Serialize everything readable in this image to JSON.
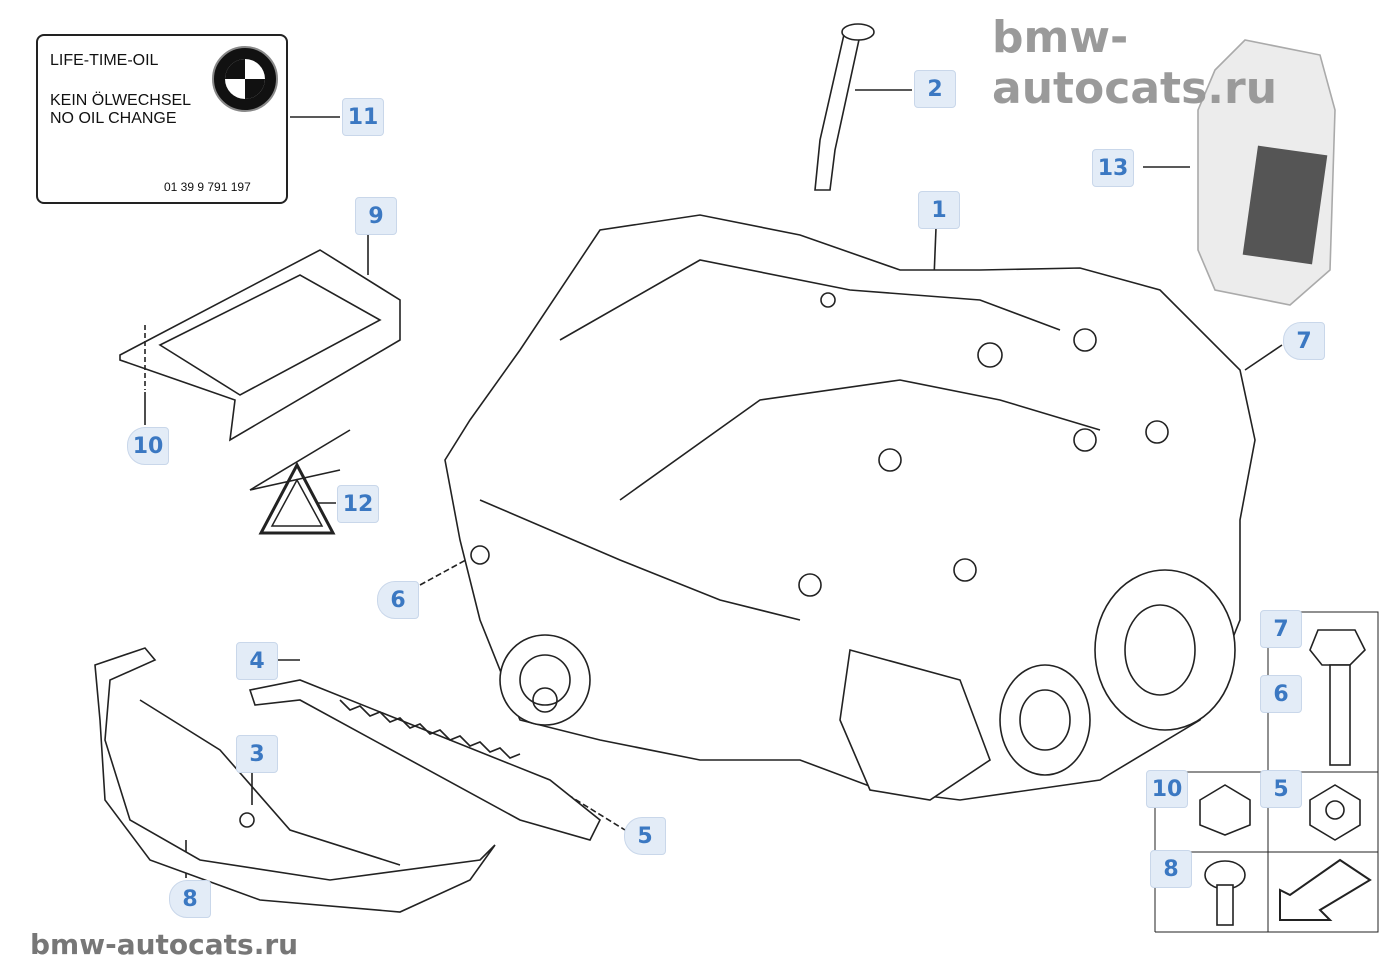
{
  "watermarks": {
    "top": "bmw-autocats.ru",
    "bottom": "bmw-autocats.ru"
  },
  "label": {
    "line1": "LIFE-TIME-OIL",
    "line2": "KEIN ÖLWECHSEL",
    "line3": "NO OIL CHANGE",
    "part_number": "01 39 9 791 197",
    "logo": "BMW"
  },
  "callouts": [
    "11",
    "2",
    "13",
    "1",
    "9",
    "7",
    "10",
    "12",
    "6",
    "4",
    "3",
    "5",
    "8",
    "7",
    "6",
    "10",
    "5",
    "8"
  ],
  "colors": {
    "callout_text": "#3b78c2",
    "callout_bg": "#e3ecf7"
  }
}
